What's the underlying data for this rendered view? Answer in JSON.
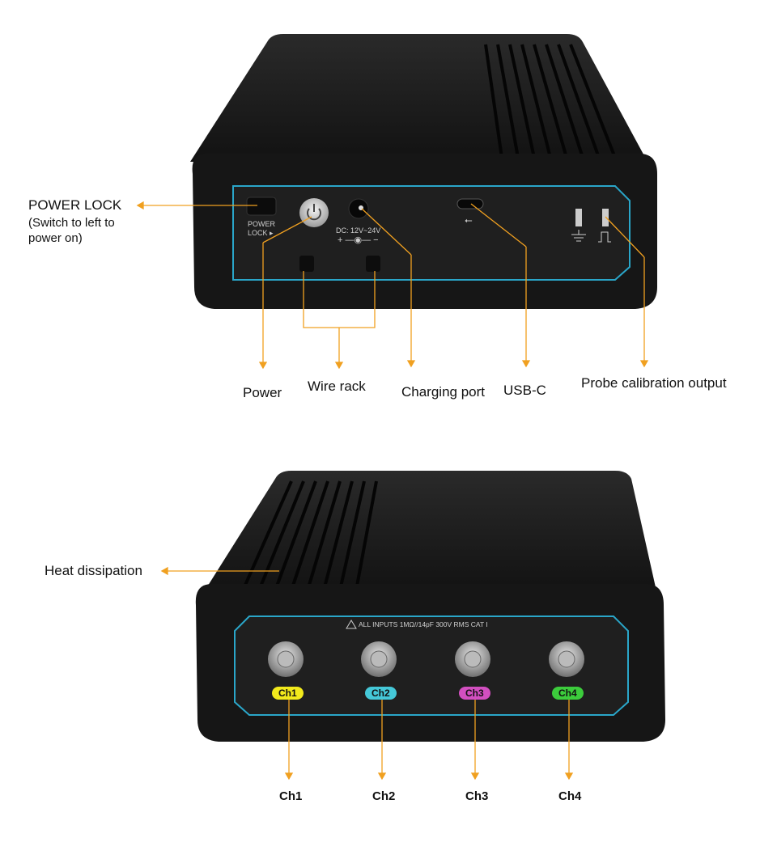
{
  "top_view": {
    "callouts": {
      "power_lock_title": "POWER LOCK",
      "power_lock_note": "(Switch to left to power on)",
      "power": "Power",
      "wire_rack": "Wire rack",
      "charging_port": "Charging port",
      "usb_c": "USB-C",
      "probe_calibration": "Probe calibration output"
    },
    "panel_text": {
      "power_lock_line1": "POWER",
      "power_lock_line2": "LOCK",
      "dc_rating": "DC: 12V~24V",
      "polarity": "+ —◉— −"
    }
  },
  "bottom_view": {
    "callouts": {
      "heat_dissipation": "Heat dissipation"
    },
    "panel_text": {
      "warning": "ALL INPUTS 1MΩ//14pF 300V RMS CAT I"
    },
    "channels": [
      {
        "label": "Ch1",
        "color": "#f2ea1c"
      },
      {
        "label": "Ch2",
        "color": "#45c8d8"
      },
      {
        "label": "Ch3",
        "color": "#d24fc0"
      },
      {
        "label": "Ch4",
        "color": "#3ccc3c"
      }
    ]
  },
  "colors": {
    "leader": "#f0a020",
    "accent": "#2aa6c9",
    "body": "#1b1b1b"
  }
}
